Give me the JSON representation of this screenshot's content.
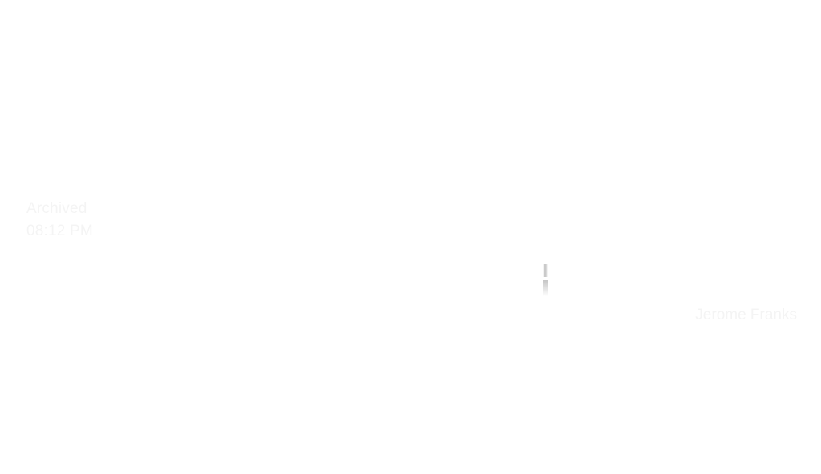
{
  "left_text": {
    "line1": "Archived",
    "line2": "08:12 PM"
  },
  "right_text": "Jerome Franks",
  "colors": {
    "background": "#ffffff",
    "faint_text": "#f4f4f4",
    "divider": "#969696"
  }
}
